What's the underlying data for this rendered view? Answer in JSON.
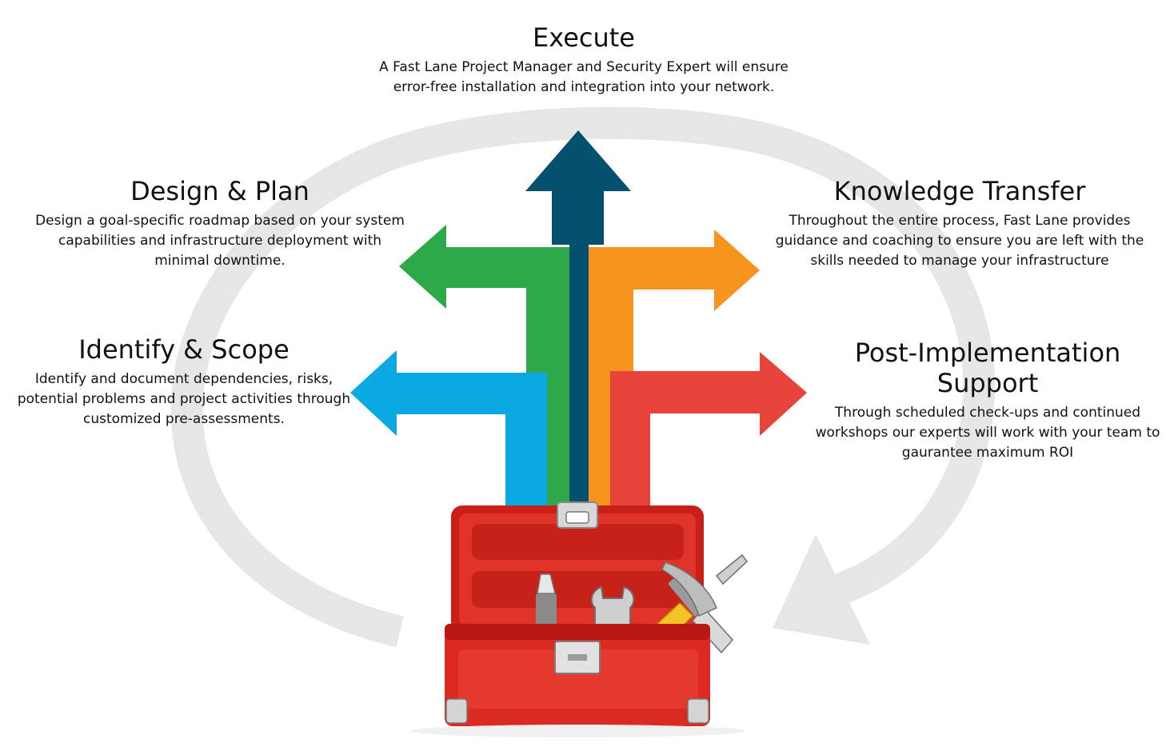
{
  "colors": {
    "execute": "#03506f",
    "design": "#2fa84a",
    "identify": "#0aa9e3",
    "knowledge": "#f6941d",
    "support": "#e8433a",
    "cycle": "#e6e6e6",
    "toolbox": "#d82a22"
  },
  "stages": {
    "execute": {
      "title": "Execute",
      "description": "A Fast Lane Project Manager and Security Expert will ensure error-free installation and integration into your network."
    },
    "design": {
      "title": "Design & Plan",
      "description": "Design a goal-specific roadmap based on your system capabilities and infrastructure deployment with minimal downtime."
    },
    "identify": {
      "title": "Identify & Scope",
      "description": "Identify and document dependencies, risks, potential problems and project activities through customized pre-assessments."
    },
    "knowledge": {
      "title": "Knowledge Transfer",
      "description": "Throughout the entire process, Fast Lane provides guidance and coaching to ensure you are left with the skills needed to manage your infrastructure"
    },
    "support": {
      "title": "Post-Implementation Support",
      "description": "Through scheduled check-ups and continued workshops our experts will work with your team to gaurantee maximum ROI"
    }
  },
  "icons": {
    "cycle": "circular-arrow-icon",
    "toolbox": "toolbox-icon",
    "screwdriver": "screwdriver-icon",
    "wrench": "wrench-icon",
    "hammer": "hammer-icon"
  }
}
